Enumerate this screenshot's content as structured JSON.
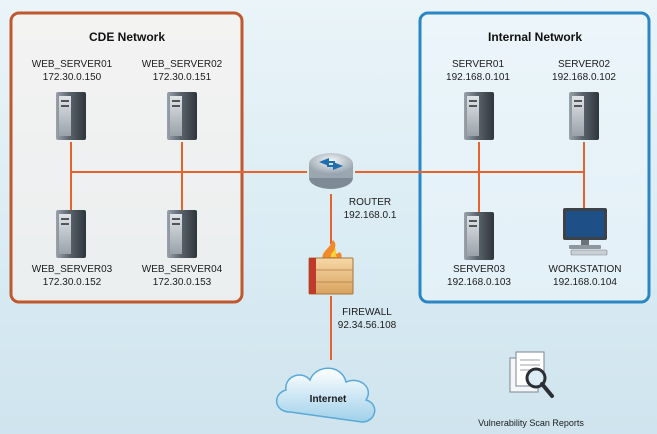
{
  "cde_network": {
    "title": "CDE Network",
    "border_color": "#c0582e",
    "servers": [
      {
        "name": "WEB_SERVER01",
        "ip": "172.30.0.150"
      },
      {
        "name": "WEB_SERVER02",
        "ip": "172.30.0.151"
      },
      {
        "name": "WEB_SERVER03",
        "ip": "172.30.0.152"
      },
      {
        "name": "WEB_SERVER04",
        "ip": "172.30.0.153"
      }
    ]
  },
  "internal_network": {
    "title": "Internal Network",
    "border_color": "#2a86c4",
    "servers": [
      {
        "name": "SERVER01",
        "ip": "192.168.0.101"
      },
      {
        "name": "SERVER02",
        "ip": "192.168.0.102"
      },
      {
        "name": "SERVER03",
        "ip": "192.168.0.103"
      },
      {
        "name": "WORKSTATION",
        "ip": "192.168.0.104"
      }
    ]
  },
  "router": {
    "name": "ROUTER",
    "ip": "192.168.0.1"
  },
  "firewall": {
    "name": "FIREWALL",
    "ip": "92.34.56.108"
  },
  "internet": {
    "label": "Internet"
  },
  "reports": {
    "label": "Vulnerability Scan Reports"
  },
  "link_color": "#e8632b"
}
